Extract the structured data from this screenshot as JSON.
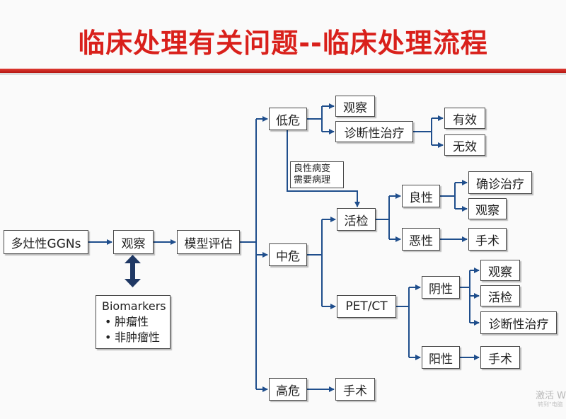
{
  "title": "临床处理有关问题--临床处理流程",
  "nodes": {
    "ggn": "多灶性GGNs",
    "observe_main": "观察",
    "model_eval": "模型评估",
    "low_risk": "低危",
    "low_observe": "观察",
    "low_diag_treat": "诊断性治疗",
    "effective": "有效",
    "ineffective": "无效",
    "benign_change_note": [
      "良性病变",
      "需要病理"
    ],
    "mid_risk": "中危",
    "biopsy": "活检",
    "benign": "良性",
    "confirm_treat": "确诊治疗",
    "benign_observe": "观察",
    "malignant": "恶性",
    "malignant_surgery": "手术",
    "pet_ct": "PET/CT",
    "negative": "阴性",
    "neg_observe": "观察",
    "neg_biopsy": "活检",
    "neg_diag_treat": "诊断性治疗",
    "positive": "阳性",
    "pos_surgery": "手术",
    "high_risk": "高危",
    "high_surgery": "手术"
  },
  "biomarkers": {
    "heading": "Biomarkers",
    "items": [
      "肿瘤性",
      "非肿瘤性"
    ]
  },
  "watermark": {
    "line1": "激活 W",
    "line2": "转到\"电脑"
  },
  "colors": {
    "title": "#d9201b",
    "title_bar": "#c8201b",
    "arrow": "#1f4e8c",
    "box_border": "#4a4a4a"
  }
}
